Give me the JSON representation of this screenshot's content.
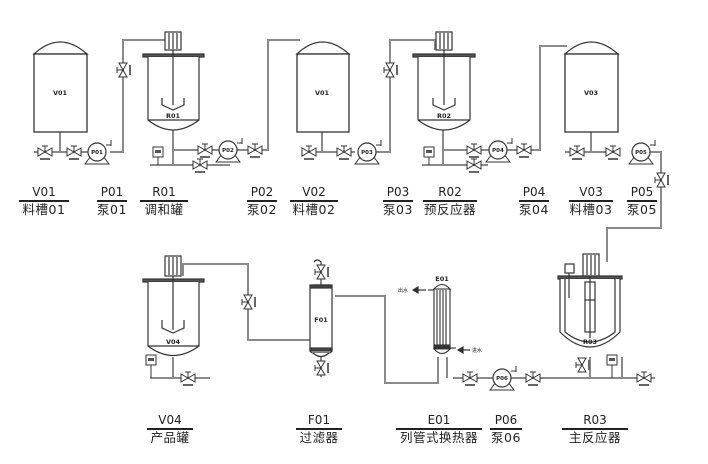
{
  "diagram": {
    "title": "Process Flow Diagram",
    "colors": {
      "line": "#333333",
      "pipe": "#8a8a8a",
      "text": "#222222"
    },
    "equipment_labels": [
      {
        "id": "V01",
        "tag": "V01",
        "name": "料槽01"
      },
      {
        "id": "P01",
        "tag": "P01",
        "name": "泵01"
      },
      {
        "id": "R01",
        "tag": "R01",
        "name": "调和罐"
      },
      {
        "id": "P02",
        "tag": "P02",
        "name": "泵02"
      },
      {
        "id": "V02",
        "tag": "V02",
        "name": "料槽02"
      },
      {
        "id": "P03",
        "tag": "P03",
        "name": "泵03"
      },
      {
        "id": "R02",
        "tag": "R02",
        "name": "预反应器"
      },
      {
        "id": "P04",
        "tag": "P04",
        "name": "泵04"
      },
      {
        "id": "V03",
        "tag": "V03",
        "name": "料槽03"
      },
      {
        "id": "P05",
        "tag": "P05",
        "name": "泵05"
      },
      {
        "id": "V04",
        "tag": "V04",
        "name": "产品罐"
      },
      {
        "id": "F01",
        "tag": "F01",
        "name": "过滤器"
      },
      {
        "id": "E01",
        "tag": "E01",
        "name": "列管式换热器"
      },
      {
        "id": "P06",
        "tag": "P06",
        "name": "泵06"
      },
      {
        "id": "R03",
        "tag": "R03",
        "name": "主反应器"
      }
    ],
    "vessel_marks": {
      "V01": "V01",
      "R01": "R01",
      "V02": "V01",
      "R02": "R02",
      "V03": "V03",
      "V04": "V04",
      "F01": "F01",
      "E01": "E01",
      "R03": "R03"
    },
    "pump_marks": {
      "P01": "P01",
      "P02": "P02",
      "P03": "P03",
      "P04": "P04",
      "P05": "P05",
      "P06": "P06"
    },
    "exchanger_streams": {
      "outlet": "出水",
      "inlet": "进水"
    }
  }
}
